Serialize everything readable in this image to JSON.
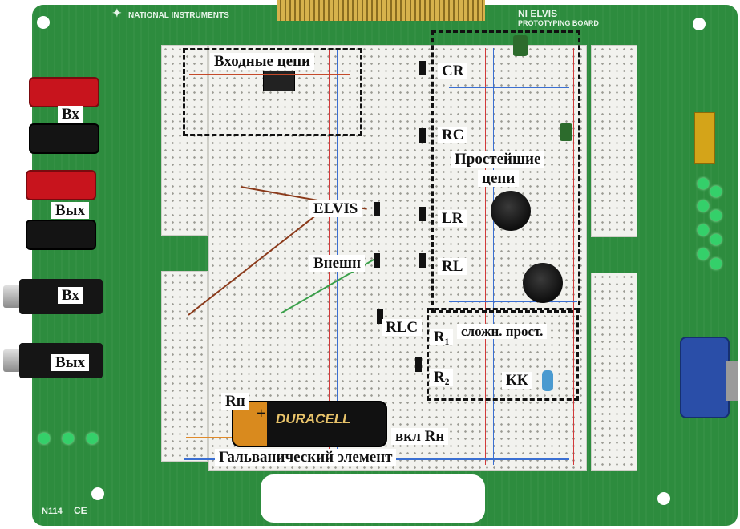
{
  "board": {
    "brand_text": "NATIONAL INSTRUMENTS",
    "title_text": "NI ELVIS",
    "subtitle_text": "PROTOTYPING BOARD",
    "logo_code": "N114"
  },
  "labels": {
    "input_circuits": "Входные цепи",
    "cr": "CR",
    "rc": "RC",
    "simplest_circuits_line1": "Простейшие",
    "simplest_circuits_line2": "цепи",
    "elvis": "ELVIS",
    "lr": "LR",
    "external": "Внешн",
    "rl": "RL",
    "rlc": "RLC",
    "r1": "R₁",
    "complex_simple": "сложн.  прост.",
    "r2": "R₂",
    "kk": "КК",
    "rn": "Rн",
    "switch_rn": "вкл Rн",
    "galvanic_cell": "Гальванический элемент",
    "banana_in": "Вх",
    "banana_out": "Вых",
    "bnc_in": "Вх",
    "bnc_out": "Вых"
  },
  "battery": {
    "brand": "DURACELL",
    "plus": "+"
  },
  "colors": {
    "pcb": "#2d8c3e",
    "terminal_red": "#c8141d",
    "terminal_black": "#141414",
    "label_bg": "#ffffff",
    "label_text": "#111111",
    "dsub": "#2a4ea8"
  },
  "icons": {
    "logo": "ni-eagle-icon",
    "ce": "ce-mark-icon"
  }
}
